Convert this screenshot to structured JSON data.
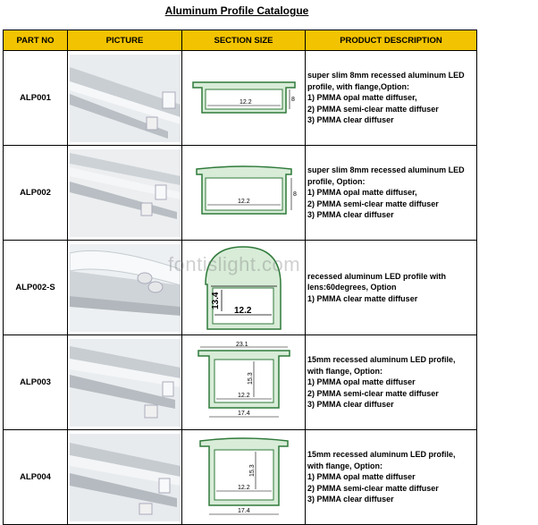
{
  "catalogue": {
    "title": "Aluminum Profile Catalogue",
    "headers": [
      "PART NO",
      "PICTURE",
      "SECTION SIZE",
      "PRODUCT DESCRIPTION"
    ],
    "rows": [
      {
        "part": "ALP001",
        "dims": [
          "12.2",
          "8"
        ],
        "desc": [
          "super slim 8mm recessed aluminum LED",
          "profile, with flange,Option:",
          "1) PMMA opal matte diffuser,",
          "2) PMMA semi-clear matte diffuser",
          "3) PMMA clear diffuser"
        ]
      },
      {
        "part": "ALP002",
        "dims": [
          "12.2",
          "8"
        ],
        "desc": [
          "super slim 8mm recessed aluminum LED",
          "profile, Option:",
          "1) PMMA opal matte diffuser,",
          "2) PMMA semi-clear matte diffuser",
          "3) PMMA clear diffuser"
        ]
      },
      {
        "part": "ALP002-S",
        "dims": [
          "12.2",
          "13.4"
        ],
        "desc": [
          "recessed aluminum LED profile with",
          "lens:60degrees, Option",
          "1) PMMA clear matte diffuser"
        ]
      },
      {
        "part": "ALP003",
        "dims": [
          "23.1",
          "15.3",
          "12.2",
          "17.4"
        ],
        "desc": [
          "15mm recessed aluminum LED profile,",
          "with flange, Option:",
          "1) PMMA opal matte diffuser",
          "2) PMMA semi-clear matte diffuser",
          "3) PMMA clear diffuser"
        ]
      },
      {
        "part": "ALP004",
        "dims": [
          "12.2",
          "15.3",
          "17.4"
        ],
        "desc": [
          "15mm recessed aluminum LED profile,",
          "with flange, Option:",
          "1) PMMA opal matte diffuser",
          "2) PMMA semi-clear matte diffuser",
          "3) PMMA clear diffuser"
        ]
      }
    ]
  },
  "watermark": "fontislight.com",
  "colors": {
    "header_bg": "#f2c300",
    "profile_fill": "#d8ecd8",
    "profile_stroke": "#2f7a3a"
  }
}
